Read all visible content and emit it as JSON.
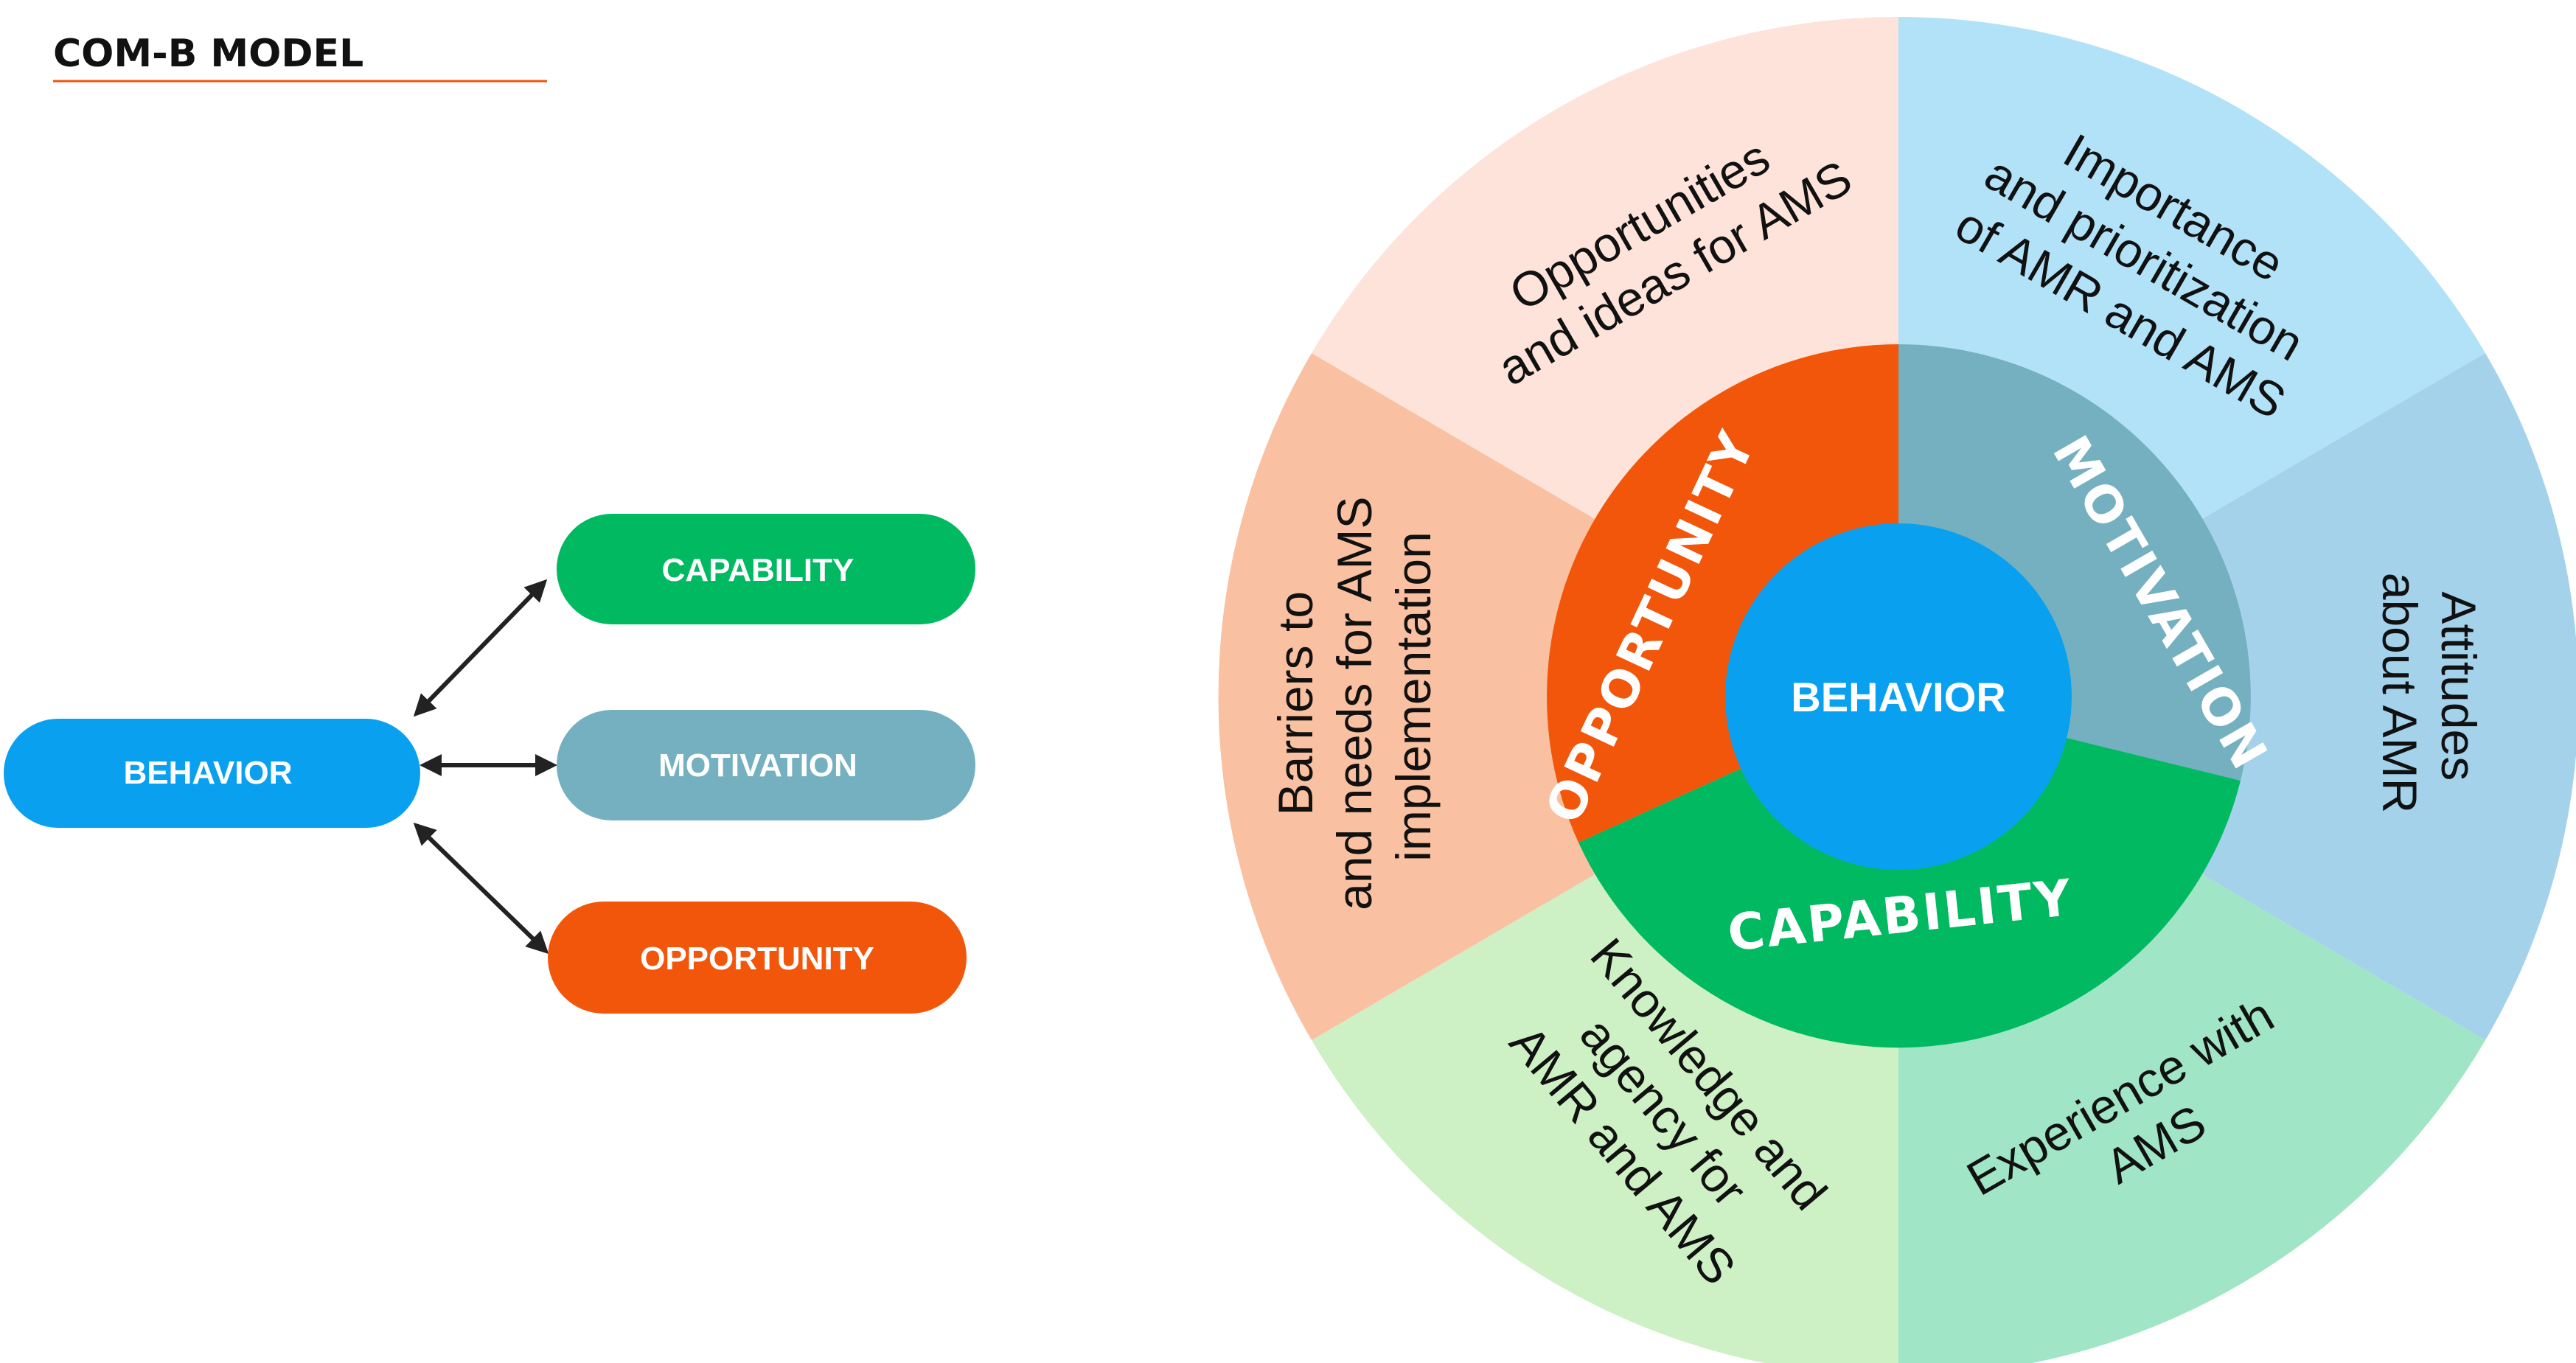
{
  "title": "COM-B MODEL",
  "colors": {
    "behavior": "#0aa0f0",
    "capability": "#00b960",
    "motivation": "#74b0c0",
    "opportunity": "#f2560b",
    "title_underline": "#f2560b"
  },
  "left_diagram": {
    "behavior": "BEHAVIOR",
    "capability": "CAPABILITY",
    "motivation": "MOTIVATION",
    "opportunity": "OPPORTUNITY"
  },
  "wheel": {
    "center": "BEHAVIOR",
    "rings": {
      "opportunity": "OPPORTUNITY",
      "motivation": "MOTIVATION",
      "capability": "CAPABILITY"
    },
    "segments": {
      "opportunities_ideas": [
        "Opportunities",
        "and ideas for AMS"
      ],
      "importance": [
        "Importance",
        "and prioritization",
        "of AMR and AMS"
      ],
      "attitudes": [
        "Attitudes",
        "about AMR"
      ],
      "experience": [
        "Experience with",
        "AMS"
      ],
      "knowledge": [
        "Knowledge and",
        "agency for",
        "AMR and AMS"
      ],
      "barriers": [
        "Barriers to",
        "and needs for AMS",
        "implementation"
      ]
    }
  }
}
